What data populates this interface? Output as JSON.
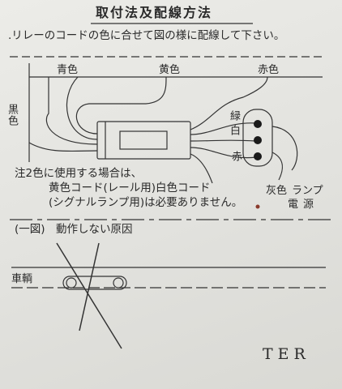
{
  "title": "取付法及配線方法",
  "instruction": ".リレーのコードの色に合せて図の様に配線して下さい。",
  "wire_labels": {
    "blue": "青色",
    "yellow": "黄色",
    "red": "赤色",
    "black": "黒色",
    "green": "緑",
    "white": "白",
    "red_short": "赤"
  },
  "note": {
    "line1": "注2色に使用する場合は、",
    "line2": "黄色コード(レール用)白色コード",
    "line3": "(シグナルランプ用)は必要ありません。"
  },
  "terminal_labels": {
    "gray": "灰色",
    "lamp": "ランプ",
    "power": "電源"
  },
  "figure_caption": "(一図)　動作しない原因",
  "vehicle_label": "車輌",
  "brand": "TER"
}
